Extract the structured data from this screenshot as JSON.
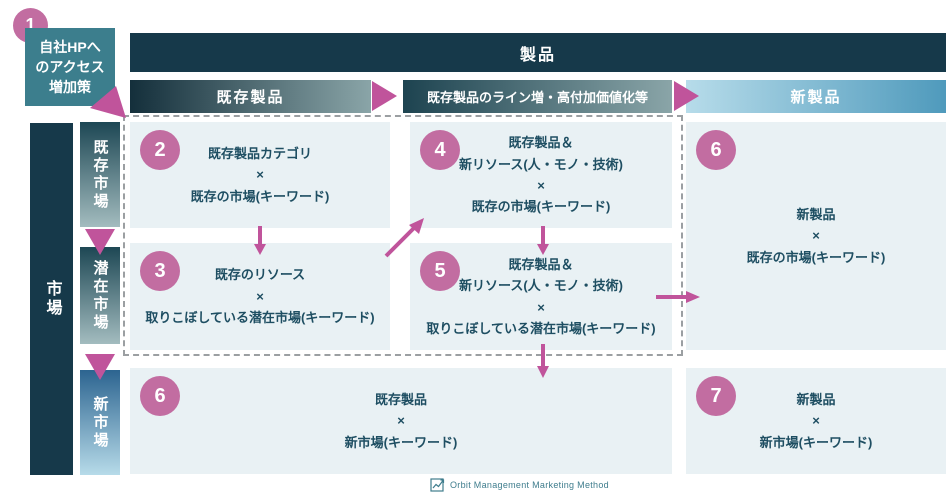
{
  "colors": {
    "navy": "#16394a",
    "teal_box": "#3c7e8d",
    "circle_pink": "#c26da1",
    "arrow_pink": "#c0549b",
    "cell_bg": "#e9f1f4",
    "cell_text": "#1e4e62"
  },
  "intro": {
    "number": "1",
    "lines": [
      "自社HPへ",
      "のアクセス",
      "増加策"
    ]
  },
  "product_axis": {
    "title": "製品",
    "columns": [
      "既存製品",
      "既存製品のライン増・高付加価値化等",
      "新製品"
    ]
  },
  "market_axis": {
    "title": "市場",
    "rows": [
      "既存市場",
      "潜在市場",
      "新市場"
    ]
  },
  "cells": {
    "c2": {
      "num": "2",
      "lines": [
        "既存製品カテゴリ",
        "×",
        "既存の市場(キーワード)"
      ]
    },
    "c3": {
      "num": "3",
      "lines": [
        "既存のリソース",
        "×",
        "取りこぼしている潜在市場(キーワード)"
      ]
    },
    "c4": {
      "num": "4",
      "lines": [
        "既存製品＆",
        "新リソース(人・モノ・技術)",
        "×",
        "既存の市場(キーワード)"
      ]
    },
    "c5": {
      "num": "5",
      "lines": [
        "既存製品＆",
        "新リソース(人・モノ・技術)",
        "×",
        "取りこぼしている潜在市場(キーワード)"
      ]
    },
    "c6r": {
      "num": "6",
      "lines": [
        "新製品",
        "×",
        "既存の市場(キーワード)"
      ]
    },
    "c6b": {
      "num": "6",
      "lines": [
        "既存製品",
        "×",
        "新市場(キーワード)"
      ]
    },
    "c7": {
      "num": "7",
      "lines": [
        "新製品",
        "×",
        "新市場(キーワード)"
      ]
    }
  },
  "footer": {
    "brand": "Orbit Management Marketing Method",
    "icon": "chart-icon"
  }
}
